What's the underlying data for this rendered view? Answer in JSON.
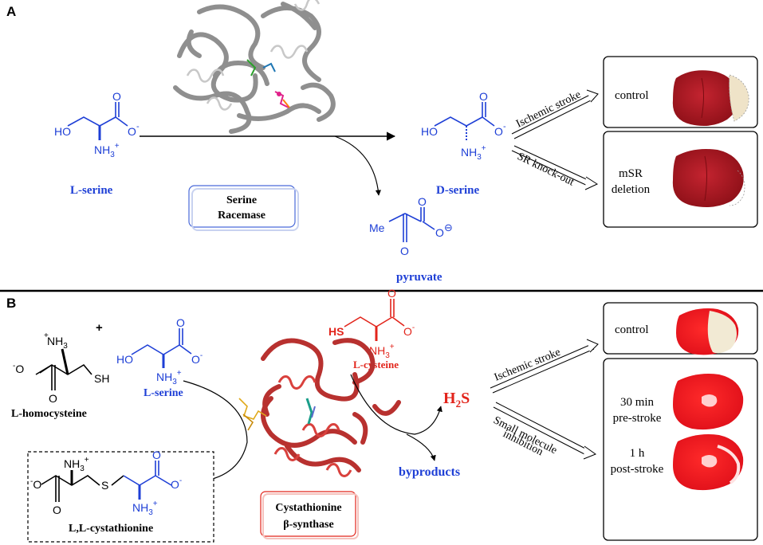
{
  "panel_a": {
    "label": "A",
    "left_compound": "L-serine",
    "middle_compound": "D-serine",
    "byproduct": "pyruvate",
    "enzyme_box": {
      "line1": "Serine",
      "line2": "Racemase"
    },
    "arrow_top": "Ischemic stroke",
    "arrow_bottom": "SR knock-out",
    "result_top": "control",
    "result_bottom_line1": "mSR",
    "result_bottom_line2": "deletion",
    "molecule_labels": {
      "ho": "HO",
      "o": "O",
      "o_minus": "O",
      "minus": "-",
      "nh3": "NH",
      "sub3": "3",
      "plus": "+",
      "me": "Me",
      "ominus_circle": "⊖"
    }
  },
  "panel_b": {
    "label": "B",
    "homocysteine": "L-homocysteine",
    "serine": "L-serine",
    "cysteine": "L-cysteine",
    "cystathionine": "L,L-cystathionine",
    "enzyme_box": {
      "line1": "Cystathionine",
      "line2": "β-synthase"
    },
    "h2s": {
      "h": "H",
      "sub": "2",
      "s": "S"
    },
    "byproducts": "byproducts",
    "arrow_top": "Ischemic stroke",
    "arrow_bottom_line1": "Small molecule",
    "arrow_bottom_line2": "inhibition",
    "result_control": "control",
    "result_mid_line1": "30 min",
    "result_mid_line2": "pre-stroke",
    "result_low_line1": "1 h",
    "result_low_line2": "post-stroke",
    "molecule_labels": {
      "sh": "SH",
      "hs": "HS",
      "s": "S",
      "ho": "HO",
      "o": "O",
      "nh3": "NH",
      "sub3": "3",
      "plus": "+",
      "minus": "-",
      "plus_sign": "+"
    }
  },
  "colors": {
    "blue": "#1e3fd6",
    "red": "#e2241b",
    "black": "#000000",
    "protein_gray": "#9a9a9a",
    "protein_red": "#b8312f",
    "brain_dark": "#b01822",
    "brain_bright": "#e8151b",
    "infarct": "#f2e6cf"
  }
}
